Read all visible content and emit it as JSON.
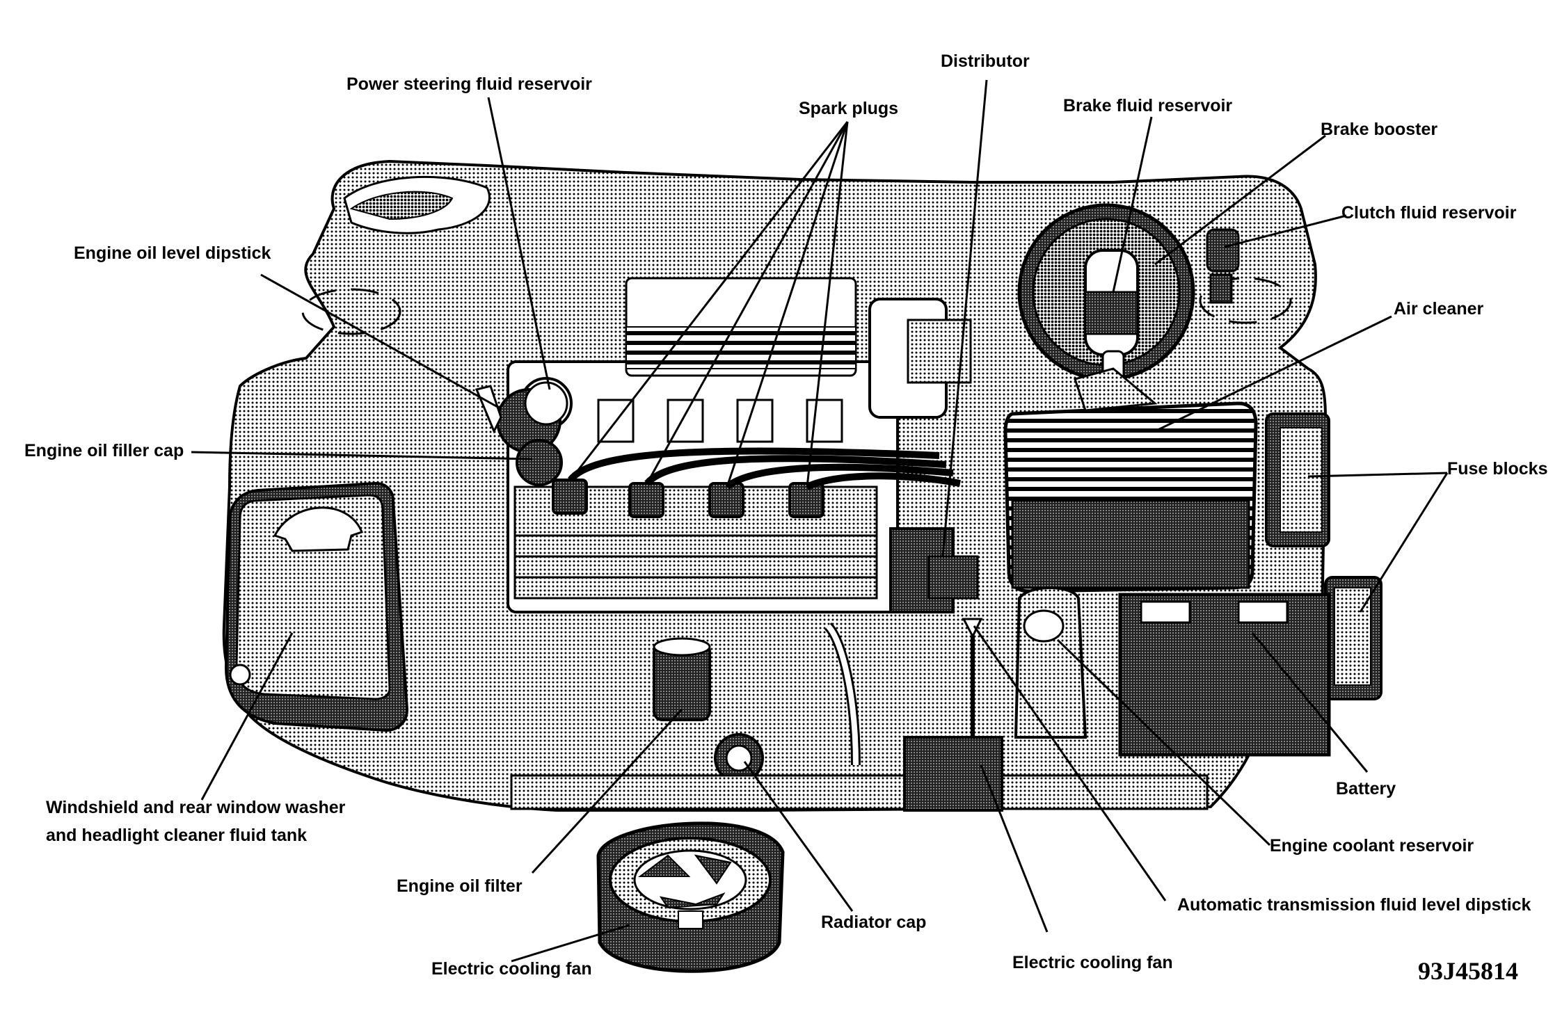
{
  "labels": {
    "power_steering": "Power steering fluid reservoir",
    "distributor": "Distributor",
    "spark_plugs": "Spark plugs",
    "brake_fluid": "Brake fluid reservoir",
    "brake_booster": "Brake booster",
    "clutch_fluid": "Clutch fluid reservoir",
    "oil_dipstick": "Engine oil level dipstick",
    "air_cleaner": "Air cleaner",
    "oil_filler": "Engine oil filler cap",
    "fuse_blocks": "Fuse blocks",
    "battery": "Battery",
    "washer_line1": "Windshield and rear window washer",
    "washer_line2": "and headlight cleaner fluid tank",
    "coolant_reservoir": "Engine coolant reservoir",
    "oil_filter": "Engine oil filter",
    "radiator_cap": "Radiator cap",
    "atf_dipstick": "Automatic transmission fluid level dipstick",
    "fan_left": "Electric cooling fan",
    "fan_right": "Electric cooling fan"
  },
  "figure_code": "93J45814"
}
